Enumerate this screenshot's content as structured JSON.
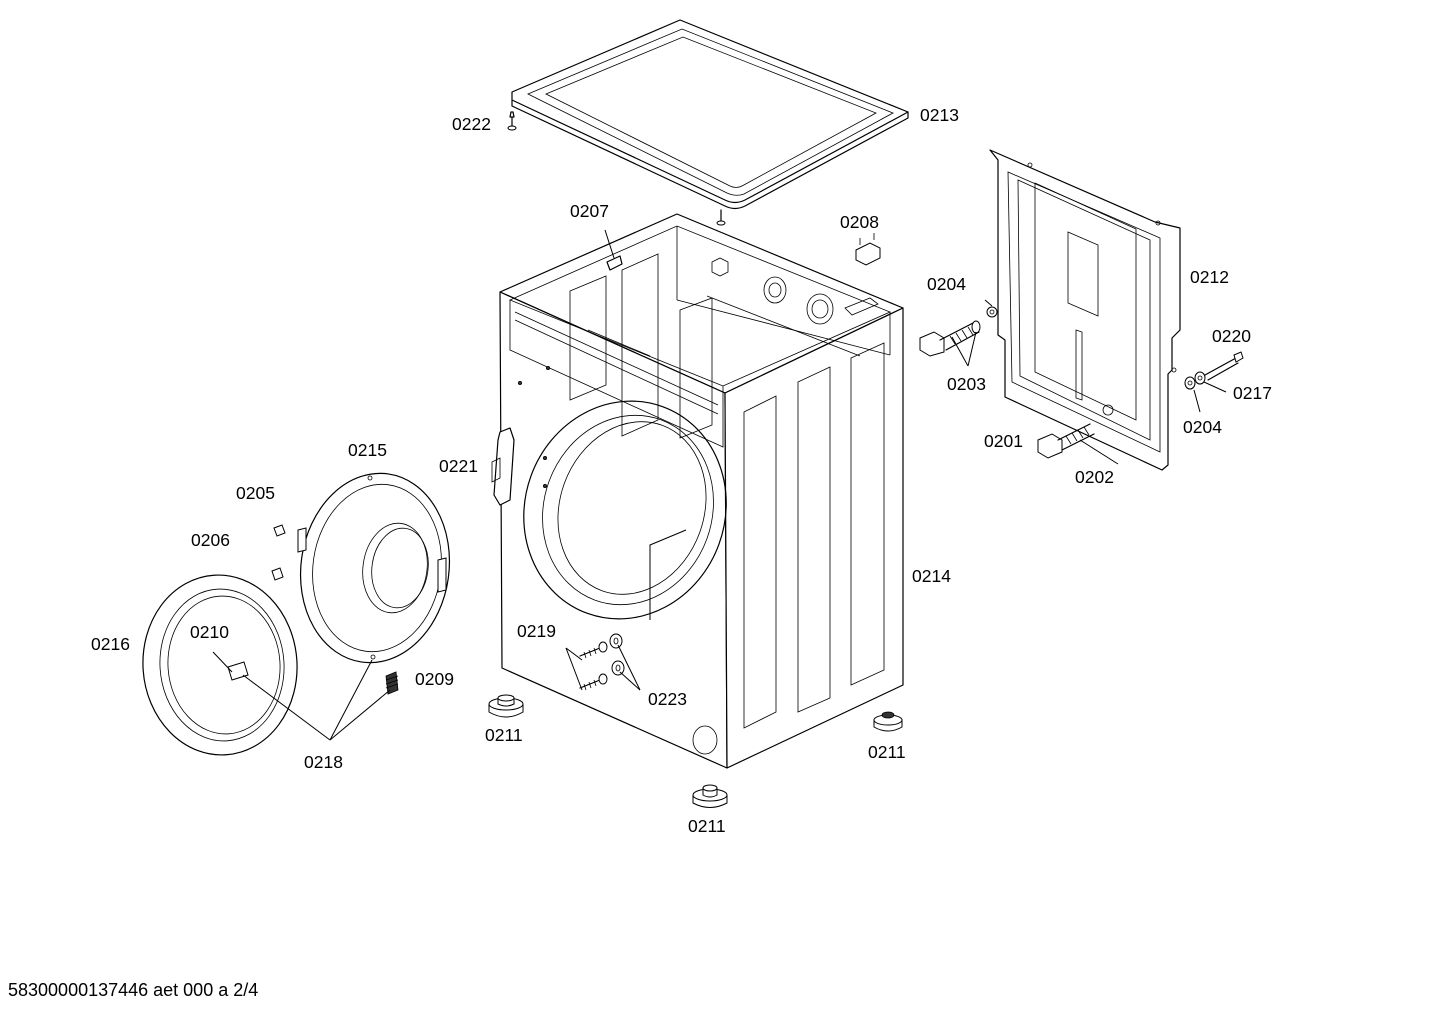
{
  "diagram": {
    "labels": {
      "p0222": "0222",
      "p0213": "0213",
      "p0207": "0207",
      "p0208": "0208",
      "p0212": "0212",
      "p0204a": "0204",
      "p0220": "0220",
      "p0203": "0203",
      "p0217": "0217",
      "p0204b": "0204",
      "p0201": "0201",
      "p0202": "0202",
      "p0215": "0215",
      "p0221": "0221",
      "p0205": "0205",
      "p0206": "0206",
      "p0214": "0214",
      "p0210": "0210",
      "p0219": "0219",
      "p0216": "0216",
      "p0209": "0209",
      "p0223": "0223",
      "p0211a": "0211",
      "p0211b": "0211",
      "p0218": "0218",
      "p0211c": "0211"
    },
    "footer": "58300000137446 aet 000 a 2/4"
  }
}
